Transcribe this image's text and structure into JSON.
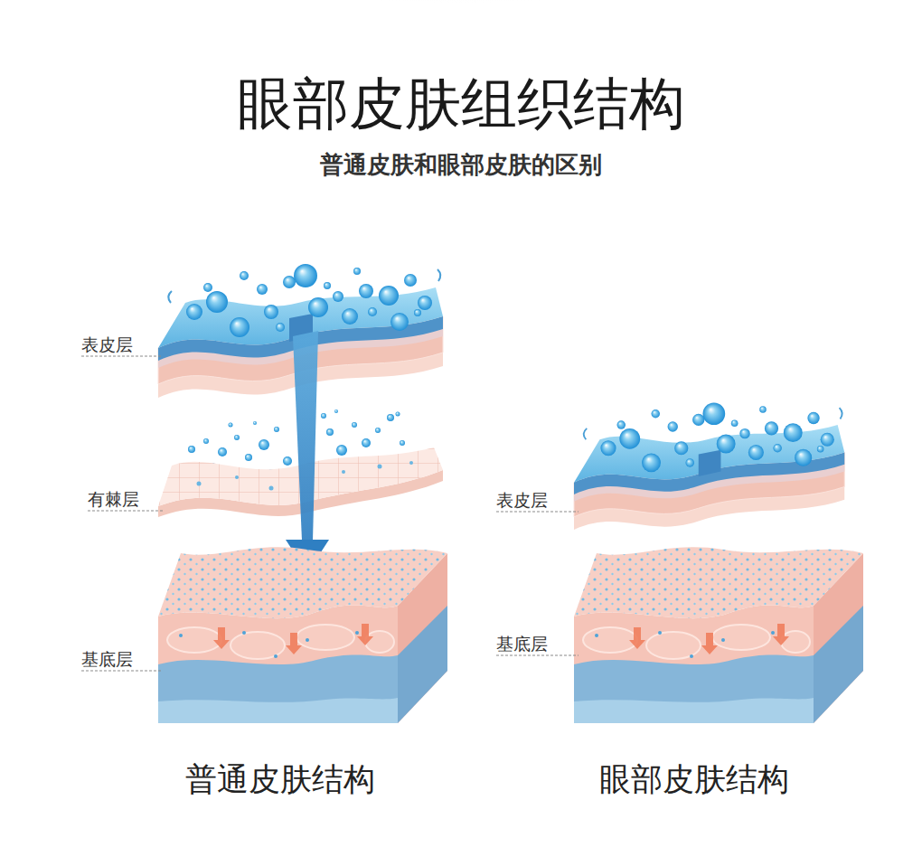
{
  "diagram": {
    "title": "眼部皮肤组织结构",
    "labels": [
      "普通皮肤和眼部皮肤的区别",
      "表皮层",
      "有棘层",
      "基底层",
      "表皮层",
      "基底层",
      "普通皮肤结构",
      "眼部皮肤结构"
    ]
  }
}
